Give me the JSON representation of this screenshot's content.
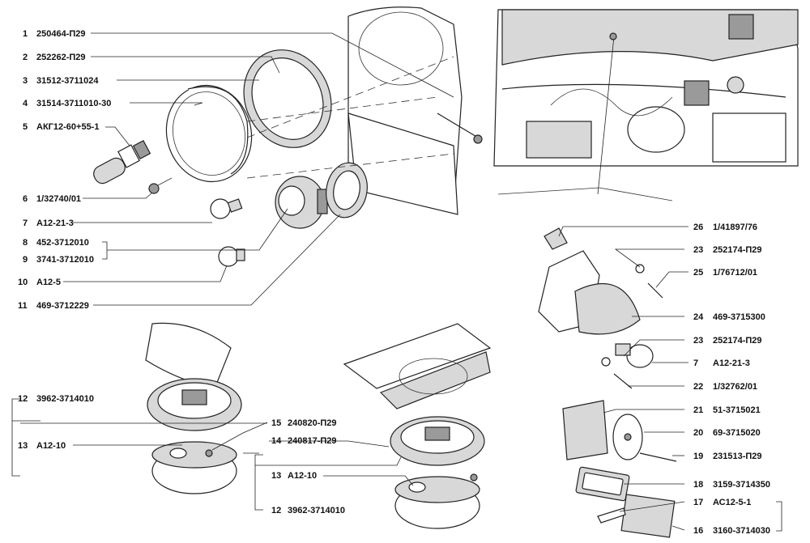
{
  "colors": {
    "ink": "#111111",
    "background": "#ffffff",
    "shade": "#d8d8d8",
    "dark": "#9a9a9a"
  },
  "callouts": [
    {
      "id": "c1",
      "number": "1",
      "code": "250464-П29"
    },
    {
      "id": "c2",
      "number": "2",
      "code": "252262-П29"
    },
    {
      "id": "c3",
      "number": "3",
      "code": "31512-3711024"
    },
    {
      "id": "c4",
      "number": "4",
      "code": "31514-3711010-30"
    },
    {
      "id": "c5",
      "number": "5",
      "code": "АКГ12-60+55-1"
    },
    {
      "id": "c6",
      "number": "6",
      "code": "1/32740/01"
    },
    {
      "id": "c7",
      "number": "7",
      "code": "А12-21-3"
    },
    {
      "id": "c8",
      "number": "8",
      "code": "452-3712010"
    },
    {
      "id": "c9",
      "number": "9",
      "code": "3741-3712010"
    },
    {
      "id": "c10",
      "number": "10",
      "code": "А12-5"
    },
    {
      "id": "c11",
      "number": "11",
      "code": "469-3712229"
    },
    {
      "id": "c12a",
      "number": "12",
      "code": "3962-3714010"
    },
    {
      "id": "c13a",
      "number": "13",
      "code": "А12-10"
    },
    {
      "id": "c15",
      "number": "15",
      "code": "240820-П29"
    },
    {
      "id": "c14",
      "number": "14",
      "code": "240817-П29"
    },
    {
      "id": "c13b",
      "number": "13",
      "code": "А12-10"
    },
    {
      "id": "c12b",
      "number": "12",
      "code": "3962-3714010"
    },
    {
      "id": "c26",
      "number": "26",
      "code": "1/41897/76"
    },
    {
      "id": "c23a",
      "number": "23",
      "code": "252174-П29"
    },
    {
      "id": "c25",
      "number": "25",
      "code": "1/76712/01"
    },
    {
      "id": "c24",
      "number": "24",
      "code": "469-3715300"
    },
    {
      "id": "c23b",
      "number": "23",
      "code": "252174-П29"
    },
    {
      "id": "c7b",
      "number": "7",
      "code": "А12-21-3"
    },
    {
      "id": "c22",
      "number": "22",
      "code": "1/32762/01"
    },
    {
      "id": "c21",
      "number": "21",
      "code": "51-3715021"
    },
    {
      "id": "c20",
      "number": "20",
      "code": "69-3715020"
    },
    {
      "id": "c19",
      "number": "19",
      "code": "231513-П29"
    },
    {
      "id": "c18",
      "number": "18",
      "code": "3159-3714350"
    },
    {
      "id": "c17",
      "number": "17",
      "code": "АС12-5-1"
    },
    {
      "id": "c16",
      "number": "16",
      "code": "3160-3714030"
    }
  ]
}
